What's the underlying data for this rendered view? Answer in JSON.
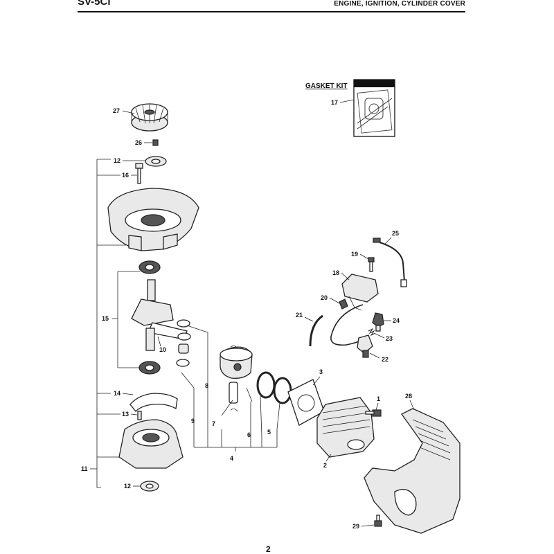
{
  "header": {
    "model": "SV-5Ci",
    "section_title": "ENGINE, IGNITION, CYLINDER COVER"
  },
  "footer": {
    "page_number": "2"
  },
  "gasket_kit": {
    "title": "GASKET KIT",
    "callout": "17"
  },
  "callouts": {
    "p1": "1",
    "p2": "2",
    "p3": "3",
    "p4": "4",
    "p5": "5",
    "p6": "6",
    "p7": "7",
    "p8": "8",
    "p9": "9",
    "p10": "10",
    "p11": "11",
    "p12a": "12",
    "p12b": "12",
    "p13": "13",
    "p14": "14",
    "p15": "15",
    "p16": "16",
    "p18": "18",
    "p19": "19",
    "p20": "20",
    "p21": "21",
    "p22": "22",
    "p23": "23",
    "p24": "24",
    "p25": "25",
    "p26": "26",
    "p27": "27",
    "p28": "28",
    "p29": "29"
  },
  "colors": {
    "ink": "#111111",
    "part_fill": "#e9e9e9",
    "shade": "#555555",
    "background": "#ffffff"
  }
}
